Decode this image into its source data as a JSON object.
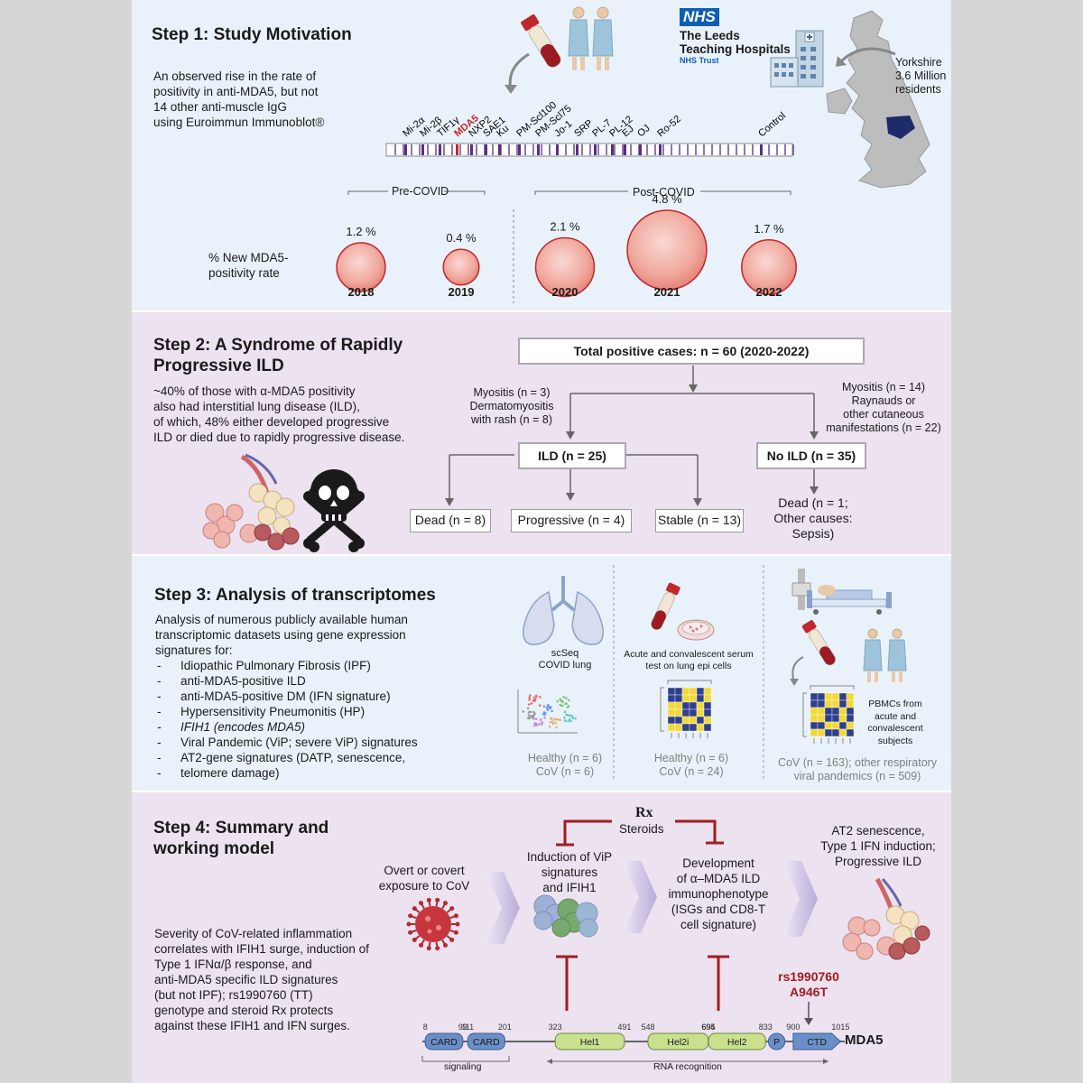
{
  "step1": {
    "title": "Step 1: Study Motivation",
    "text": [
      "An observed rise in the rate of",
      "positivity in anti-MDA5, but not",
      "14 other anti-muscle IgG",
      "using Euroimmun Immunoblot®"
    ],
    "nhs": {
      "logo": "NHS",
      "line1": "The Leeds",
      "line2": "Teaching Hospitals",
      "line3": "NHS Trust"
    },
    "region": [
      "Yorkshire",
      "3.6 Million",
      "residents"
    ],
    "blot_labels": [
      "Mi-2α",
      "Mi-2β",
      "TIF1γ",
      "MDA5",
      "NXP2",
      "SAE1",
      "Ku",
      "PM-Scl100",
      "PM-Scl75",
      "Jo-1",
      "SRP",
      "PL-7",
      "PL-12",
      "EJ",
      "OJ",
      "Ro-52",
      "Control"
    ],
    "highlight_label": "MDA5",
    "highlight_color": "#c0282d",
    "pre_covid": "Pre-COVID",
    "post_covid": "Post-COVID",
    "rate_label": [
      "% New MDA5-",
      "positivity rate"
    ],
    "rates": [
      {
        "year": "2018",
        "value": 1.2,
        "label": "1.2 %"
      },
      {
        "year": "2019",
        "value": 0.4,
        "label": "0.4 %"
      },
      {
        "year": "2020",
        "value": 2.1,
        "label": "2.1 %"
      },
      {
        "year": "2021",
        "value": 4.8,
        "label": "4.8 %"
      },
      {
        "year": "2022",
        "value": 1.7,
        "label": "1.7 %"
      }
    ],
    "icons": [
      "blood-tube-icon",
      "patients-icon",
      "hospital-icon",
      "uk-map-icon"
    ]
  },
  "step2": {
    "title_l1": "Step 2: A Syndrome of Rapidly",
    "title_l2": "Progressive ILD",
    "text": [
      "~40% of those with α-MDA5 positivity",
      "also had interstitial lung disease (ILD),",
      "of which, 48% either developed progressive",
      "ILD or died due to rapidly progressive disease."
    ],
    "total": "Total positive cases: n = 60 (2020-2022)",
    "left_note": [
      "Myositis (n = 3)",
      "Dermatomyositis",
      "with rash (n = 8)"
    ],
    "right_note": [
      "Myositis (n = 14)",
      "Raynauds or",
      "other cutaneous",
      "manifestations (n = 22)"
    ],
    "ild": "ILD (n = 25)",
    "no_ild": "No ILD (n = 35)",
    "dead": "Dead (n = 8)",
    "progressive": "Progressive (n = 4)",
    "stable": "Stable (n = 13)",
    "no_ild_outcome": [
      "Dead (n = 1;",
      "Other causes:",
      "Sepsis)"
    ],
    "icons": [
      "lung-alveoli-icon",
      "skull-crossbones-icon"
    ]
  },
  "step3": {
    "title": "Step 3: Analysis of transcriptomes",
    "intro": [
      "Analysis of numerous publicly available human",
      "transcriptomic datasets using gene expression",
      "signatures for:"
    ],
    "items": [
      "Idiopathic Pulmonary Fibrosis (IPF)",
      "anti-MDA5-positive ILD",
      "anti-MDA5-positive DM (IFN signature)",
      "Hypersensitivity Pneumonitis (HP)",
      "IFIH1 (encodes MDA5)",
      "Viral Pandemic (ViP; severe ViP) signatures",
      "AT2-gene signatures (DATP, senescence,",
      "telomere damage)"
    ],
    "col1": {
      "label": [
        "scSeq",
        "COVID lung"
      ],
      "counts": [
        "Healthy (n = 6)",
        "CoV (n = 6)"
      ]
    },
    "col2": {
      "label": [
        "Acute and convalescent serum",
        "test on lung epi cells"
      ],
      "counts": [
        "Healthy (n = 6)",
        "CoV (n = 24)"
      ]
    },
    "col3": {
      "label": [
        "PBMCs from",
        "acute and",
        "convalescent",
        "subjects"
      ],
      "counts": [
        "CoV (n = 163); other respiratory",
        "viral pandemics (n = 509)"
      ]
    },
    "icons": [
      "lung-icon",
      "umap-plot-icon",
      "blood-tube-icon",
      "petri-dish-icon",
      "heatmap-icon",
      "hospital-bed-icon",
      "patients-icon"
    ]
  },
  "step4": {
    "title_l1": "Step 4: Summary and",
    "title_l2": "working model",
    "exposure": [
      "Overt or covert",
      "exposure to CoV"
    ],
    "induction": [
      "Induction of ViP",
      "signatures",
      "and IFIH1"
    ],
    "rx_symbol": "Rx",
    "steroids": "Steroids",
    "development": [
      "Development",
      "of α–MDA5 ILD",
      "immunophenotype",
      "(ISGs and CD8-T",
      "cell signature)"
    ],
    "outcome": [
      "AT2 senescence,",
      "Type 1 IFN induction;",
      "Progressive ILD"
    ],
    "summary": [
      "Severity of CoV-related inflammation",
      "correlates with IFIH1 surge, induction of",
      "Type 1 IFNα/β response, and",
      "anti-MDA5 specific ILD signatures",
      "(but not IPF); rs1990760 (TT)",
      "genotype and steroid Rx protects",
      "against these IFIH1 and IFN surges."
    ],
    "snp": [
      "rs1990760",
      "A946T"
    ],
    "snp_color": "#a01d22",
    "inhibit_color": "#a01d22",
    "protein": "MDA5",
    "positions": [
      "8",
      "99",
      "111",
      "201",
      "323",
      "491",
      "548",
      "694",
      "695",
      "833",
      "900",
      "1015"
    ],
    "domains": [
      "CARD",
      "CARD",
      "Hel1",
      "Hel2i",
      "Hel2",
      "P",
      "CTD"
    ],
    "signaling": "signaling",
    "rna_recognition": "RNA recognition",
    "icons": [
      "coronavirus-icon",
      "mda5-protein-icon",
      "lung-alveoli-icon",
      "chevron-right-icon"
    ]
  }
}
